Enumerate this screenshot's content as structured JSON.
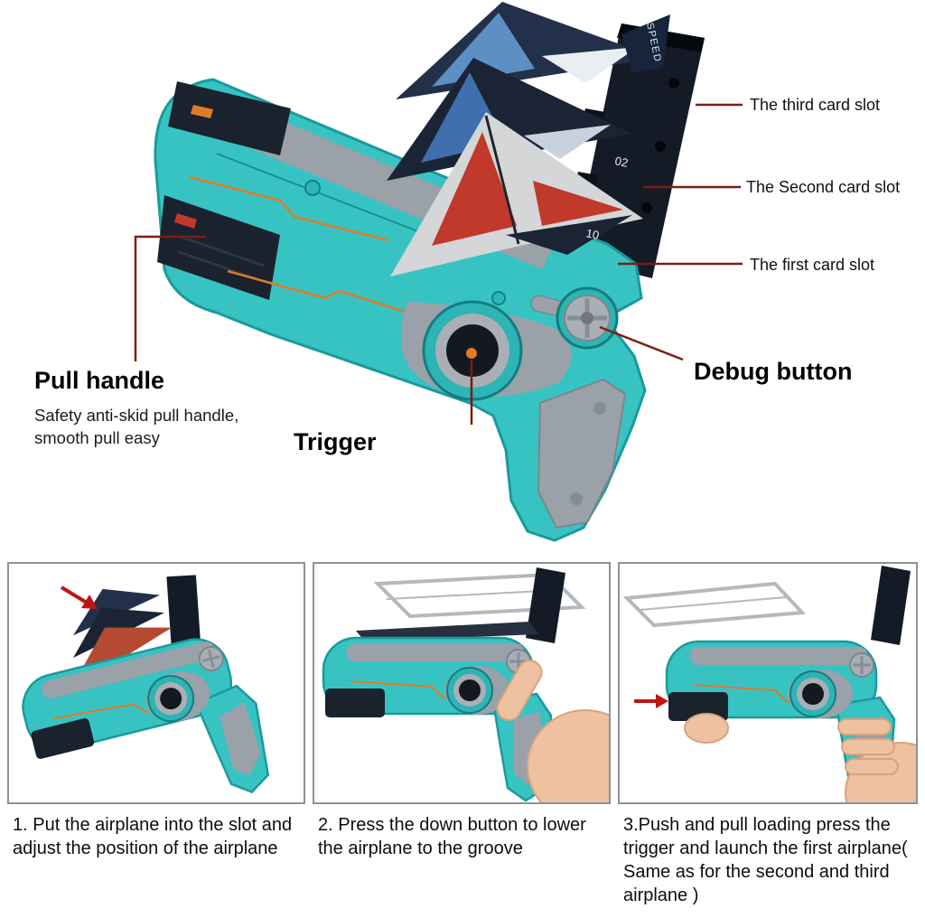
{
  "callouts": {
    "third_slot": "The third card slot",
    "second_slot": "The Second card slot",
    "first_slot": "The first card slot",
    "pull_handle_title": "Pull handle",
    "pull_handle_desc": "Safety anti-skid pull handle, smooth pull easy",
    "trigger": "Trigger",
    "debug_button": "Debug button"
  },
  "plane_markings": {
    "speed": "SPEED",
    "num_02": "02",
    "num_10": "10"
  },
  "steps": [
    {
      "caption": "1. Put the airplane into the slot and adjust the position of the airplane"
    },
    {
      "caption": "2. Press the down button to lower the airplane to the groove"
    },
    {
      "caption": "3.Push and pull loading press the trigger and launch the first airplane( Same as for the second and third airplane )"
    }
  ],
  "colors": {
    "gun_teal": "#38c3c3",
    "gun_teal_dark": "#1a9a9c",
    "gray_panel": "#9aa1a9",
    "dark_navy": "#161d29",
    "orange_accent": "#e07b28",
    "red_accent": "#c0392b",
    "callout_line": "#7d1d12",
    "skin": "#eec1a1"
  }
}
